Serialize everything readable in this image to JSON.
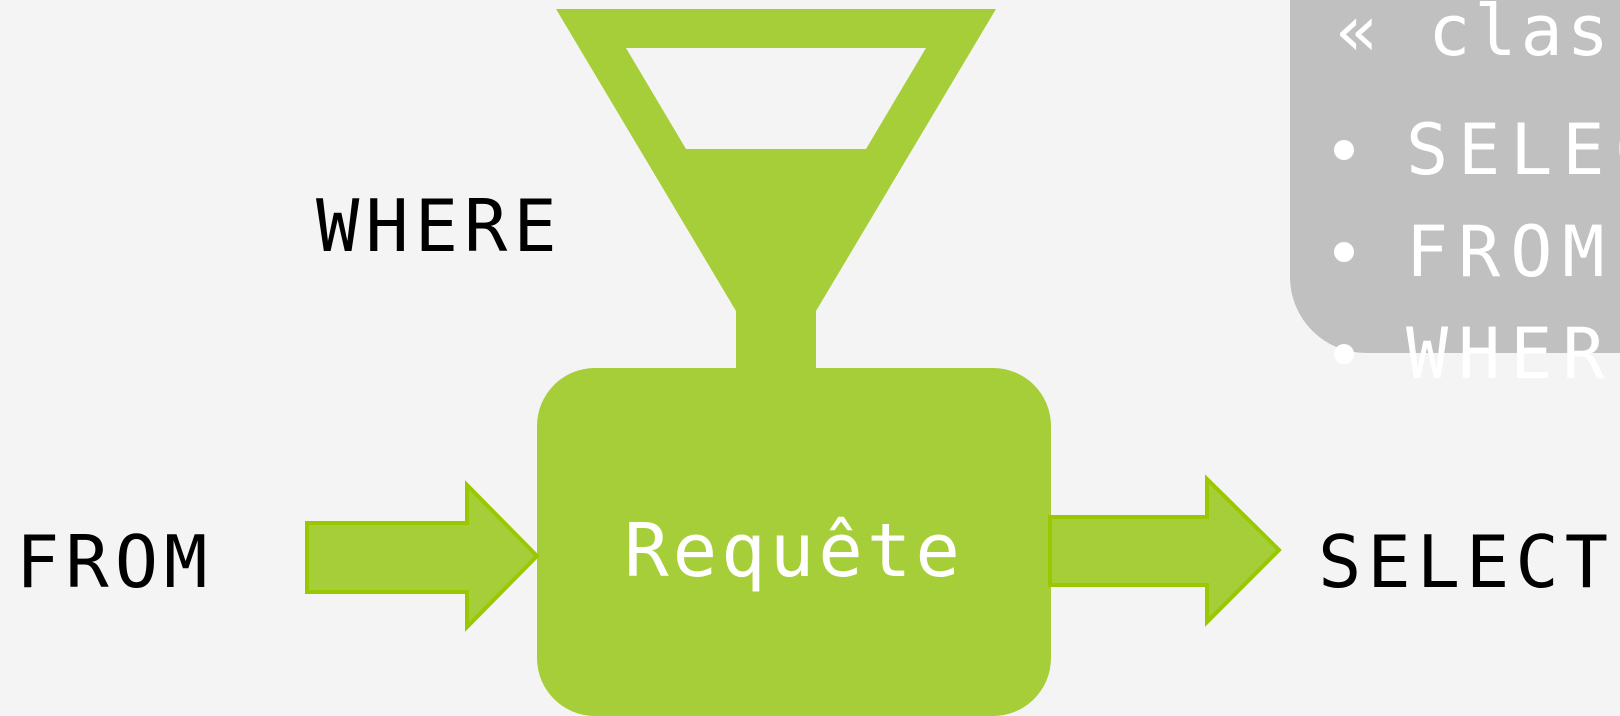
{
  "colors": {
    "background": "#f4f4f4",
    "accent_fill": "#a6ce39",
    "accent_stroke": "#99c800",
    "panel": "#c0c0c0",
    "panel_text": "#ffffff",
    "label_text": "#000000"
  },
  "diagram": {
    "filter_label": "WHERE",
    "input_label": "FROM",
    "output_label": "SELECT",
    "query_label": "Requête",
    "filter_icon": "funnel-icon",
    "input_arrow_icon": "arrow-right-icon",
    "output_arrow_icon": "arrow-right-icon"
  },
  "side_panel": {
    "title": "« clas",
    "items": [
      {
        "text": "SELEC"
      },
      {
        "text": "FROM"
      },
      {
        "text": "WHERE"
      }
    ]
  }
}
